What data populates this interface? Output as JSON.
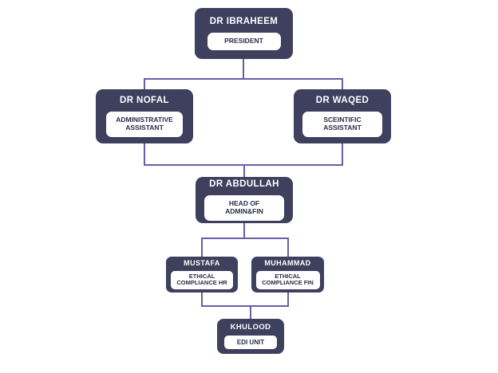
{
  "chart": {
    "type": "org-chart",
    "background_color": "#ffffff",
    "node_color": "#3f3f5e",
    "pill_color": "#ffffff",
    "pill_text_color": "#2b2b47",
    "connector_color": "#6d5ca8",
    "levels": 5,
    "nodes": [
      {
        "id": "ibraheem",
        "name": "DR IBRAHEEM",
        "title": "PRESIDENT",
        "level": 1,
        "parent": null
      },
      {
        "id": "nofal",
        "name": "DR NOFAL",
        "title": "ADMINISTRATIVE ASSISTANT",
        "level": 2,
        "parent": "ibraheem"
      },
      {
        "id": "waqed",
        "name": "DR WAQED",
        "title": "SCEINTIFIC ASSISTANT",
        "level": 2,
        "parent": "ibraheem"
      },
      {
        "id": "abdullah",
        "name": "DR ABDULLAH",
        "title": "HEAD OF ADMIN&FIN",
        "level": 3,
        "parent": "nofal,waqed"
      },
      {
        "id": "mustafa",
        "name": "MUSTAFA",
        "title": "ETHICAL COMPLIANCE HR",
        "level": 4,
        "parent": "abdullah"
      },
      {
        "id": "muhammad",
        "name": "MUHAMMAD",
        "title": "ETHICAL COMPLIANCE FIN",
        "level": 4,
        "parent": "abdullah"
      },
      {
        "id": "khulood",
        "name": "KHULOOD",
        "title": "EDI UNIT",
        "level": 5,
        "parent": "mustafa,muhammad"
      }
    ]
  }
}
